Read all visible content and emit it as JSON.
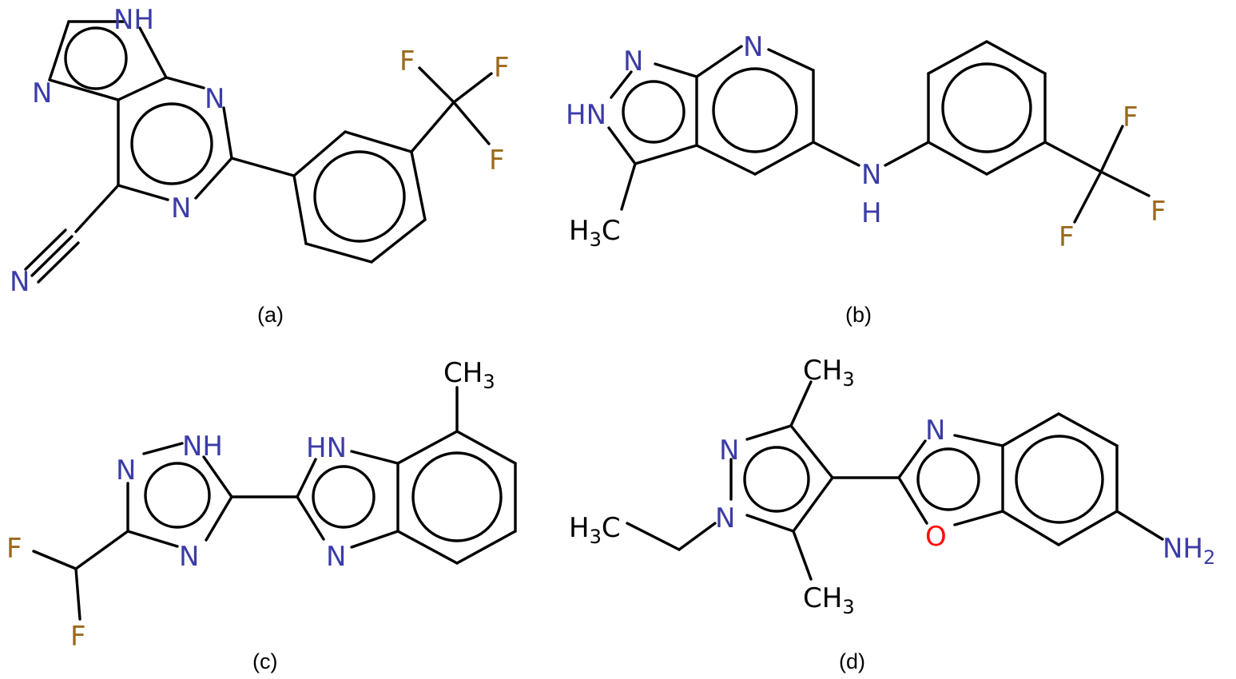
{
  "colors": {
    "carbon": "#000000",
    "nitrogen": "#3c3ca8",
    "fluorine": "#9b6a1c",
    "oxygen": "#ff0d0d",
    "background": "#ffffff"
  },
  "panels": [
    {
      "label": "(a)",
      "atoms": [
        "NH",
        "N",
        "N",
        "N",
        "N",
        "F",
        "F",
        "F"
      ]
    },
    {
      "label": "(b)",
      "atoms": [
        "N",
        "N",
        "HN",
        "N",
        "H",
        "H3C",
        "F",
        "F",
        "F"
      ]
    },
    {
      "label": "(c)",
      "atoms": [
        "NH",
        "N",
        "N",
        "HN",
        "N",
        "CH3",
        "F",
        "F"
      ]
    },
    {
      "label": "(d)",
      "atoms": [
        "CH3",
        "N",
        "N",
        "H3C",
        "CH3",
        "N",
        "O",
        "NH2"
      ]
    }
  ]
}
